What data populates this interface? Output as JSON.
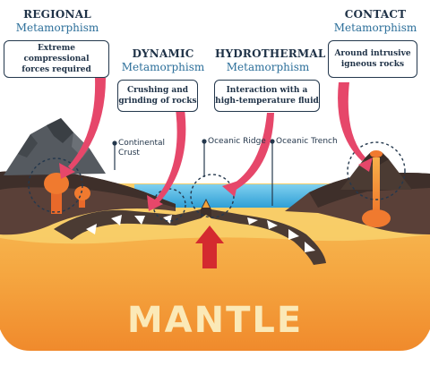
{
  "regional": {
    "title": "REGIONAL",
    "subtitle": "Metamorphism",
    "description": [
      "Extreme compressional",
      "forces required"
    ]
  },
  "dynamic": {
    "title": "DYNAMIC",
    "subtitle": "Metamorphism",
    "description": [
      "Crushing and",
      "grinding of rocks"
    ]
  },
  "hydrothermal": {
    "title": "HYDROTHERMAL",
    "subtitle": "Metamorphism",
    "description": [
      "Interaction with a",
      "high-temperature fluid"
    ]
  },
  "contact": {
    "title": "CONTACT",
    "subtitle": "Metamorphism",
    "description": [
      "Around intrusive",
      "igneous rocks"
    ]
  },
  "labels": {
    "continental_crust": [
      "Continental",
      "Crust"
    ],
    "oceanic_ridge": "Oceanic Ridge",
    "oceanic_trench": "Oceanic Trench"
  },
  "mantle_label": "MANTLE",
  "colors": {
    "heading": "#1f3247",
    "subheading": "#2c6f9a",
    "pointer_arrow": "#e6476a",
    "upwelling_arrow": "#d42a2f",
    "magma": "#f07a2f",
    "ocean": "#4bb6e3",
    "crust": "#4b3b33",
    "mantle_top": "#f7c25a",
    "mantle_bottom": "#f08a2c"
  },
  "icons": [
    "pink-pointer-arrow",
    "white-motion-arrow",
    "red-upwelling-arrow",
    "dashed-zoom-circle",
    "volcano",
    "mountain"
  ]
}
